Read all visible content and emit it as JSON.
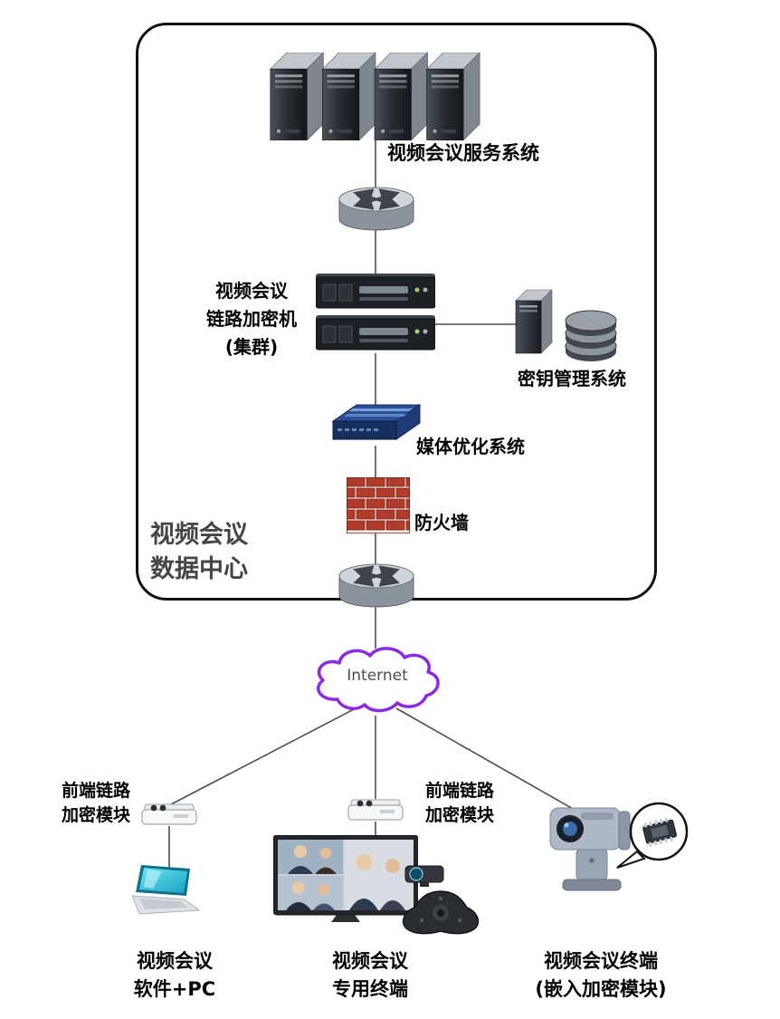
{
  "datacenter": {
    "label": "视频会议\n数据中心",
    "server_system": {
      "label": "视频会议服务系统"
    },
    "encryption_cluster": {
      "label": "视频会议\n链路加密机\n(集群)"
    },
    "key_management": {
      "label": "密钥管理系统"
    },
    "media_optimization": {
      "label": "媒体优化系统"
    },
    "firewall": {
      "label": "防火墙"
    }
  },
  "internet": {
    "label": "Internet"
  },
  "endpoints": {
    "left_module": {
      "label": "前端链路\n加密模块"
    },
    "right_module": {
      "label": "前端链路\n加密模块"
    },
    "pc": {
      "label": "视频会议\n软件+PC"
    },
    "dedicated_terminal": {
      "label": "视频会议\n专用终端"
    },
    "embedded_terminal": {
      "label": "视频会议终端\n(嵌入加密模块)"
    }
  },
  "icons": {
    "server_cluster": "server-towers-icon",
    "router": "router-cylinder-icon",
    "rack": "rack-servers-icon",
    "key_server": "server-and-disks-icon",
    "switch": "network-switch-icon",
    "firewall": "brick-wall-icon",
    "cloud": "internet-cloud-icon",
    "module": "encryption-module-icon",
    "laptop": "laptop-icon",
    "tv": "videoconference-screen-icon",
    "speakerphone": "speakerphone-icon",
    "camera": "ptz-camera-icon",
    "chip": "chip-callout-icon"
  },
  "colors": {
    "boundary": "#111111",
    "cloud_outline": "#8a2be2",
    "switch_body": "#1b3563",
    "firewall_brick": "#b23b2b",
    "laptop_screen": "#2fc4dc",
    "label_text": "#000000",
    "datacenter_label_text": "#454545"
  }
}
